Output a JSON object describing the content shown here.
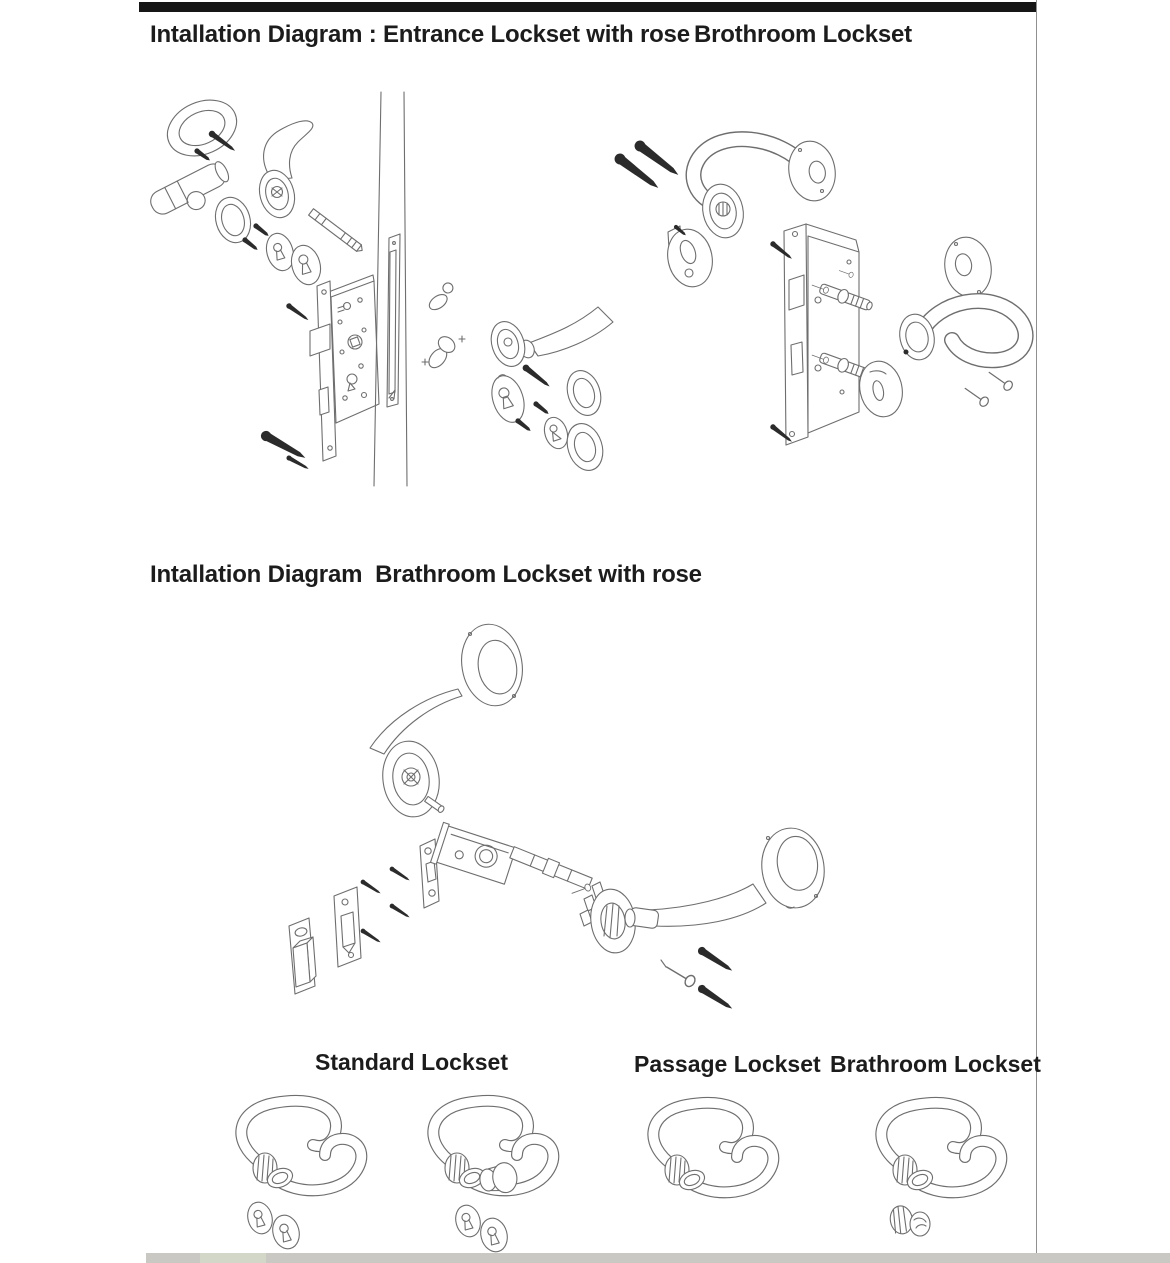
{
  "page": {
    "background_color": "#ffffff",
    "ink_color": "#1c1c1c",
    "line_art_color": "#6e6e6e",
    "screw_color": "#2b2b2b",
    "top_bar_color": "#161616",
    "rule_color": "#909090",
    "bottom_band_color": "#c9c8c2",
    "band_accent_color": "#d3d7c8"
  },
  "sections": {
    "entrance": {
      "title": "Intallation Diagram : Entrance Lockset with rose"
    },
    "bathroom_top": {
      "title": "Brothroom Lockset"
    },
    "bathroom_rose": {
      "title": "Intallation Diagram  Brathroom Lockset with rose"
    },
    "products": {
      "labels": [
        "Standard Lockset",
        "Passage Lockset",
        "Brathroom Lockset"
      ]
    }
  }
}
